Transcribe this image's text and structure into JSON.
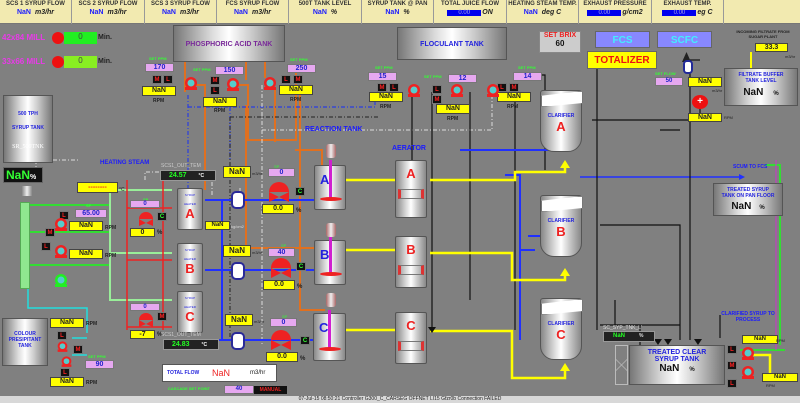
{
  "header": [
    {
      "title": "SCS 1 SYRUP FLOW",
      "value": "NaN",
      "unit": "m3/hr",
      "style": "nan"
    },
    {
      "title": "SCS 2 SYRUP FLOW",
      "value": "NaN",
      "unit": "m3/hr",
      "style": "nan"
    },
    {
      "title": "SCS 3 SYRUP FLOW",
      "value": "NaN",
      "unit": "m3/hr",
      "style": "nan"
    },
    {
      "title": "FCS SYRUP FLOW",
      "value": "NaN",
      "unit": "m3/hr",
      "style": "nan"
    },
    {
      "title": "500T TANK LEVEL",
      "value": "NaN",
      "unit": "%",
      "style": "nan"
    },
    {
      "title": "SYRUP TANK @ PAN",
      "value": "NaN",
      "unit": "%",
      "style": "nan"
    },
    {
      "title": "TOTAL JUICE FLOW",
      "value": "0.00",
      "unit": "ON",
      "style": "bar"
    },
    {
      "title": "HEATING STEAM TEMP.",
      "value": "NaN",
      "unit": "deg C",
      "style": "nan"
    },
    {
      "title": "EXHAUST PRESSURE",
      "value": "0.00",
      "unit": "g/cm2",
      "style": "bar"
    },
    {
      "title": "EXHAUST TEMP.",
      "value": "0.00",
      "unit": "eg C",
      "style": "bar"
    }
  ],
  "mills": [
    {
      "name": "42x84 MILL",
      "value": "0",
      "unit": "Min."
    },
    {
      "name": "33x66 MILL",
      "value": "0",
      "unit": "Min."
    }
  ],
  "tanks": {
    "phosphoric": "PHOSPHORIC ACID TANK",
    "floculant": "FLOCULANT TANK",
    "syrup500_line1": "500 TPH",
    "syrup500_line2": "SYRUP TANK",
    "syrup500_tag": "SR_500TNK",
    "syrup500_level": "NaN",
    "syrup500_unit": "%",
    "colour_line1": "COLOUR",
    "colour_line2": "PRESIPITANT",
    "colour_line3": "TANK",
    "treated_pan_line1": "TREATED SYRUP",
    "treated_pan_line2": "TANK ON PAN FLOOR",
    "treated_pan_value": "NaN",
    "treated_pan_unit": "%",
    "filtrate_line1": "FILTRATE BUFFER",
    "filtrate_line2": "TANK LEVEL",
    "filtrate_value": "NaN",
    "filtrate_unit": "%",
    "clear_line1": "TREATED CLEAR",
    "clear_line2": "SYRUP TANK",
    "clear_value": "NaN",
    "clear_unit": "%"
  },
  "dosing": {
    "set_ppm_label": "SET PPM",
    "rpm_label": "RPM",
    "phos": [
      {
        "setppm": "170",
        "rpm": "NaN"
      },
      {
        "setppm": "150",
        "rpm": "NaN"
      },
      {
        "setppm": "250",
        "rpm": "NaN"
      }
    ],
    "floc": [
      {
        "setppm": "15",
        "rpm": "NaN"
      },
      {
        "setppm": "12",
        "rpm": "NaN"
      },
      {
        "setppm": "14",
        "rpm": "NaN"
      }
    ],
    "colour": {
      "setppm": "90",
      "rpm1": "NaN",
      "rpm2": "NaN"
    }
  },
  "controls": {
    "set_brix_label": "SET BRIX",
    "set_brix_value": "60",
    "fcs": "FCS",
    "scfc": "SCFC",
    "totalizer": "TOTALIZER",
    "incoming_line1": "INCOMING FILTRATE FROM",
    "incoming_line2": "SUGAR PLANT",
    "incoming_value": "33.3",
    "incoming_unit": "m3/hr",
    "set_flow_label": "SET FLOW",
    "set_flow_value": "50",
    "filtrate_flow": "NaN",
    "filtrate_flow_unit": "m3/hr",
    "filtrate_rpm": "NaN",
    "rpm_label": "RPM"
  },
  "labels": {
    "heating_steam": "HEATING STEAM",
    "reaction_tank": "REACTION TANK",
    "aerator": "AERATOR",
    "scum_to_fcs": "SCUM TO FCS",
    "clarified_line1": "CLARIFIED SYRUP TO",
    "clarified_line2": "PROCESS",
    "clarifier": "CLARIFIER",
    "syrup": "SYRUP",
    "heater": "HEATER"
  },
  "heating": {
    "steam_temp": "--------",
    "steam_unit": "°C",
    "sp_label": "SP",
    "pump_sp": "65.00",
    "pump_rpm1": "NaN",
    "pump_rpm2": "NaN",
    "rpm_label": "RPM",
    "out_tem_label": "SCS1_OUT_TEM",
    "out_tem_top": "24.57",
    "out_tem_bottom": "24.83",
    "out_unit": "°C",
    "heaters": [
      {
        "letter": "A",
        "sp": "0",
        "valve": "0",
        "mode": "C"
      },
      {
        "letter": "B",
        "sp": "",
        "valve": "",
        "mode": ""
      },
      {
        "letter": "C",
        "sp": "0",
        "valve": "-7",
        "mode": "M"
      }
    ],
    "pct": "%",
    "pressure": "NaN",
    "pressure_unit": "kg/cm2"
  },
  "reaction": [
    {
      "letter": "A",
      "flow": "NaN",
      "sp": "0",
      "valve": "0.0",
      "mode": "C"
    },
    {
      "letter": "B",
      "flow": "NaN",
      "sp": "40",
      "valve": "0.0",
      "mode": "C"
    },
    {
      "letter": "C",
      "flow": "NaN",
      "sp": "0",
      "valve": "0.0",
      "mode": "C"
    }
  ],
  "flow_unit": "m3/hr",
  "pct": "%",
  "aerators": [
    "A",
    "B",
    "C"
  ],
  "clarifiers": [
    "A",
    "B",
    "C"
  ],
  "level_tag": {
    "label": "SC_SYP_TNK_L'",
    "value": "NaN",
    "unit": "%"
  },
  "clarified_pumps": {
    "rpm1": "NaN",
    "rpm2": "NaN",
    "rpm_label": "RPM"
  },
  "total_flow": {
    "label": "TOTAL FLOW",
    "value": "NaN",
    "unit": "m3/hr",
    "cascade_label": "CASCADE SET POINT",
    "cascade_value": "40",
    "mode": "MANUAL"
  },
  "footer": "07-Jul-15  08:50:21  Controller  G300_C_CARSEG  OFFNET  LI15 Gfzr0b Connection FAILED"
}
